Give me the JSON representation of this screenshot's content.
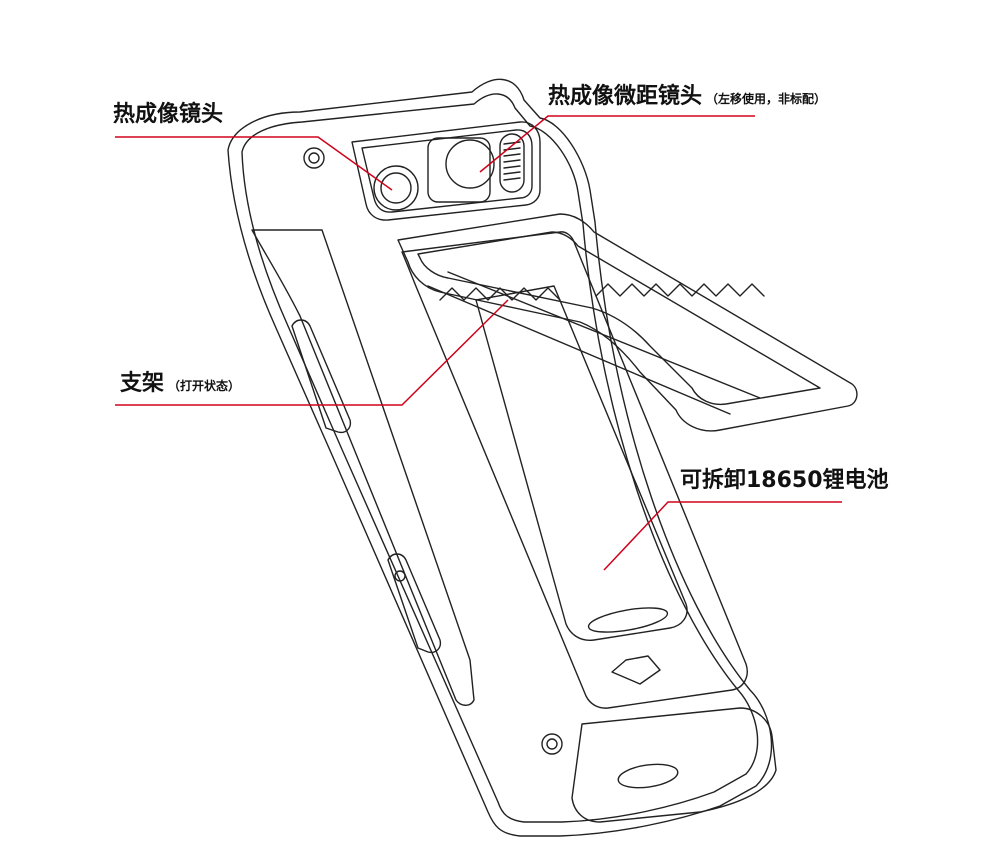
{
  "labels": {
    "thermal_lens": {
      "text": "热成像镜头"
    },
    "macro_lens": {
      "text": "热成像微距镜头",
      "note": "（左移使用，非标配）"
    },
    "stand": {
      "text": "支架",
      "note": "（打开状态）"
    },
    "battery": {
      "text": "可拆卸18650锂电池"
    }
  },
  "colors": {
    "leader": "#d0021b",
    "outline": "#222222",
    "text": "#111111"
  }
}
